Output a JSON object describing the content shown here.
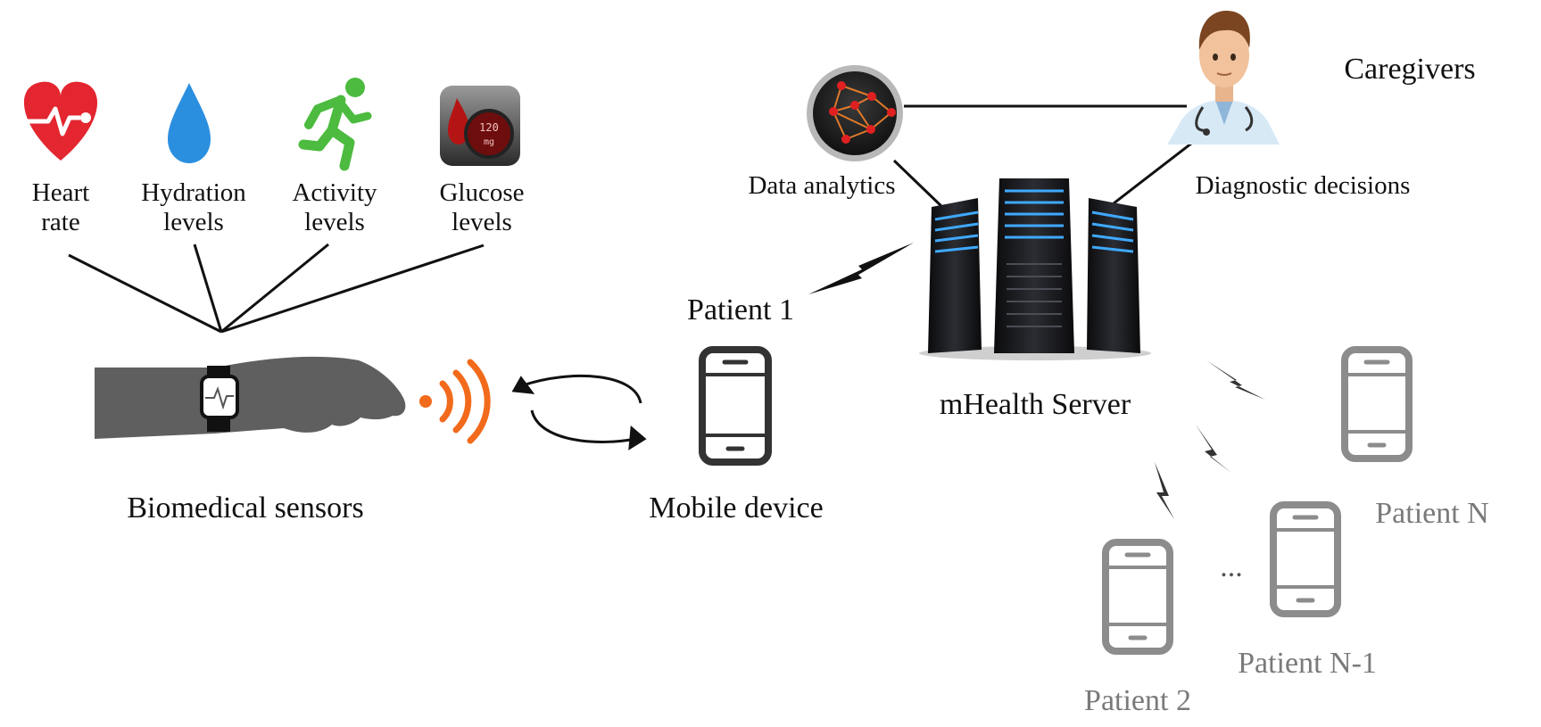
{
  "sensors": [
    {
      "icon": "heart-rate-icon",
      "line1": "Heart",
      "line2": "rate",
      "color": "#e3262f"
    },
    {
      "icon": "water-drop-icon",
      "line1": "Hydration",
      "line2": "levels",
      "color": "#2b8fe0"
    },
    {
      "icon": "running-person-icon",
      "line1": "Activity",
      "line2": "levels",
      "color": "#4cbb3f"
    },
    {
      "icon": "glucose-meter-icon",
      "line1": "Glucose",
      "line2": "levels",
      "color": "#9e1414"
    }
  ],
  "labels": {
    "biomedical_sensors": "Biomedical sensors",
    "mobile_device": "Mobile device",
    "patient_1": "Patient 1",
    "data_analytics": "Data analytics",
    "diagnostic_decisions": "Diagnostic decisions",
    "caregivers": "Caregivers",
    "mhealth_server": "mHealth Server",
    "patient_n": "Patient N",
    "patient_n_minus_1": "Patient N-1",
    "patient_2": "Patient 2",
    "ellipsis": "..."
  },
  "colors": {
    "signal": "#f26a1b",
    "server_glow": "#3fa9ff",
    "phone_primary": "#333333",
    "phone_secondary": "#8c8c8c",
    "analytics_node": "#e02020",
    "arm": "#5f5f5f"
  }
}
